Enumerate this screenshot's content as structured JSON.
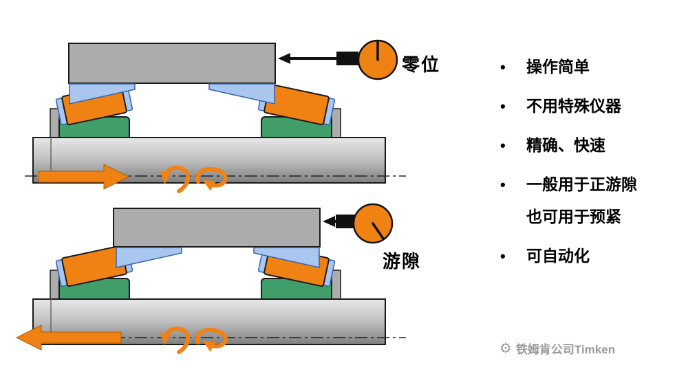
{
  "slide": {
    "language": "zh-CN",
    "topic_colors": {
      "accent_orange": "#F08214",
      "bearing_green": "#3F9E6A",
      "cage_blue": "#A9C6EF",
      "housing_gray": "#ACACAC",
      "watermark_gray": "#9A9A9A",
      "line_black": "#1A1A1A"
    }
  },
  "diagram_top": {
    "gauge_label": "零位"
  },
  "diagram_bottom": {
    "gauge_label": "游隙"
  },
  "bullets": [
    {
      "marker": "•",
      "text": "操作简单"
    },
    {
      "marker": "•",
      "text": "不用特殊仪器"
    },
    {
      "marker": "•",
      "text": "精确、快速"
    },
    {
      "marker": "•",
      "text": "一般用于正游隙"
    },
    {
      "marker": "",
      "text": "也可用于预紧"
    },
    {
      "marker": "•",
      "text": "可自动化"
    }
  ],
  "watermark": {
    "logo_glyph": "⚙",
    "text": "铁姆肯公司Timken"
  }
}
